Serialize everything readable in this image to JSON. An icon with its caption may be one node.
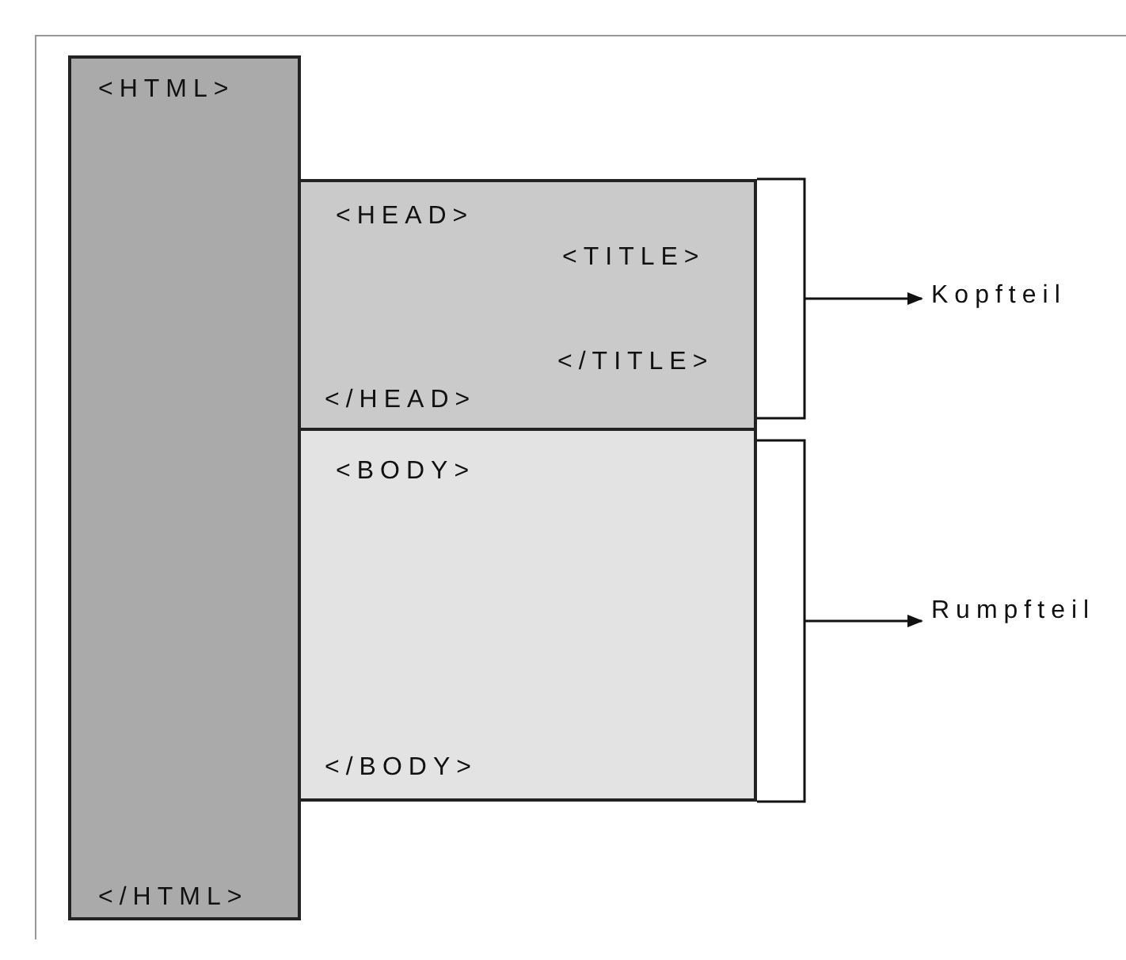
{
  "diagram": {
    "nodes": [
      {
        "text": [
          "<HTML>",
          "</HTML>"
        ]
      },
      {
        "text": [
          "<HEAD>",
          "<TITLE>",
          "</TITLE>",
          "</HEAD>"
        ]
      },
      {
        "text": [
          "<BODY>",
          "</BODY>"
        ]
      },
      {
        "text": [
          "Kopfteil"
        ]
      },
      {
        "text": [
          "Rumpfteil"
        ]
      }
    ],
    "edges": [
      {
        "from": 1,
        "to": 3,
        "arrow": "to"
      },
      {
        "from": 2,
        "to": 4,
        "arrow": "to"
      }
    ]
  }
}
